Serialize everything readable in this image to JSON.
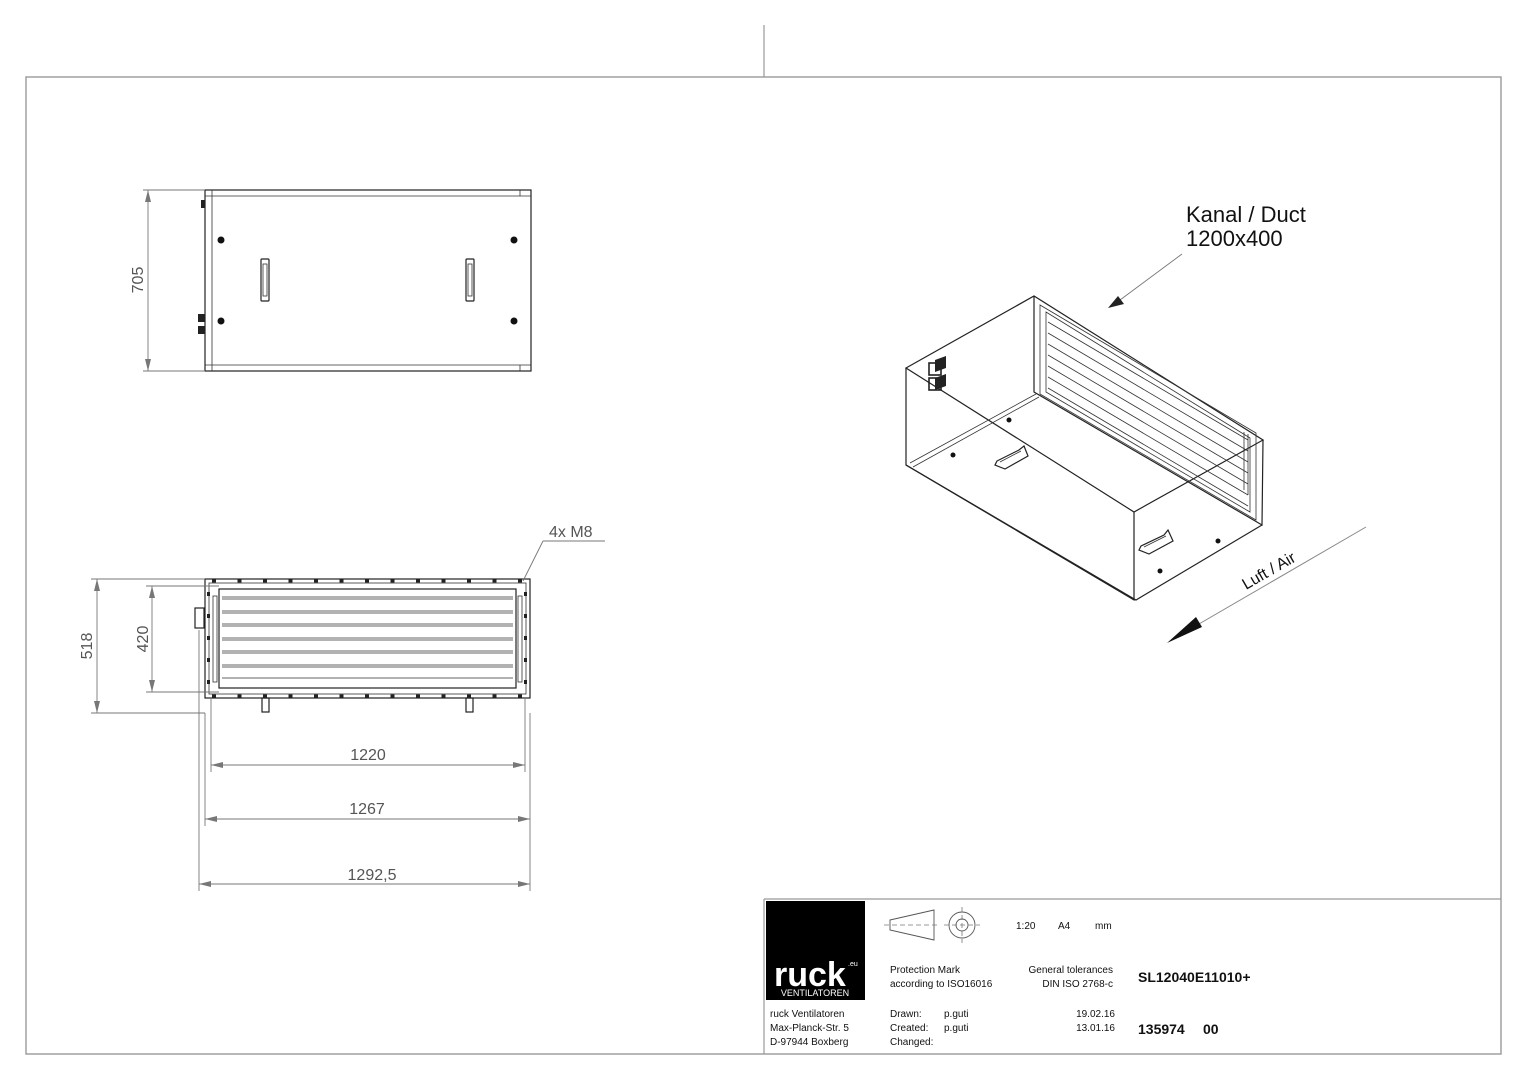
{
  "drawing": {
    "dimensions": {
      "height_top_view": "705",
      "flange_label": "4x M8",
      "height_outer": "518",
      "height_inner": "420",
      "width_inner": "1220",
      "width_mid": "1267",
      "width_outer": "1292,5"
    },
    "iso_labels": {
      "duct_line1": "Kanal / Duct",
      "duct_line2": "1200x400",
      "airflow": "Luft / Air"
    }
  },
  "title_block": {
    "logo_word": "ruck",
    "logo_eu": ".eu",
    "logo_sub": "VENTILATOREN",
    "scale": "1:20",
    "format": "A4",
    "unit": "mm",
    "protection_line1": "Protection Mark",
    "protection_line2": "according to ISO16016",
    "tolerances_line1": "General tolerances",
    "tolerances_line2": "DIN ISO 2768-c",
    "part_number": "SL12040E11010+",
    "company_name": "ruck Ventilatoren",
    "company_street": "Max-Planck-Str. 5",
    "company_city": "D-97944 Boxberg",
    "drawn_label": "Drawn:",
    "drawn_by": "p.guti",
    "drawn_date": "19.02.16",
    "created_label": "Created:",
    "created_by": "p.guti",
    "created_date": "13.01.16",
    "changed_label": "Changed:",
    "doc_number": "135974",
    "revision": "00"
  }
}
